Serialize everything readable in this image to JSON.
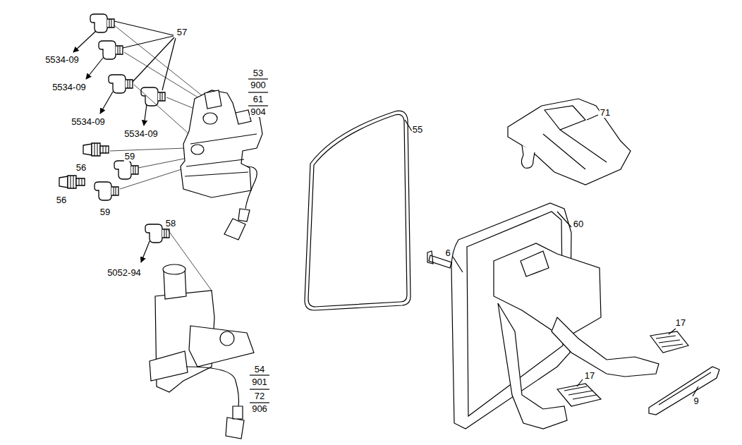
{
  "diagram": {
    "labels": [
      "57",
      "5534-09",
      "5534-09",
      "5534-09",
      "5534-09",
      "53",
      "900",
      "61",
      "904",
      "56",
      "59",
      "56",
      "59",
      "58",
      "5052-94",
      "54",
      "901",
      "72",
      "906",
      "55",
      "6",
      "60",
      "71",
      "17",
      "17",
      "9"
    ]
  }
}
